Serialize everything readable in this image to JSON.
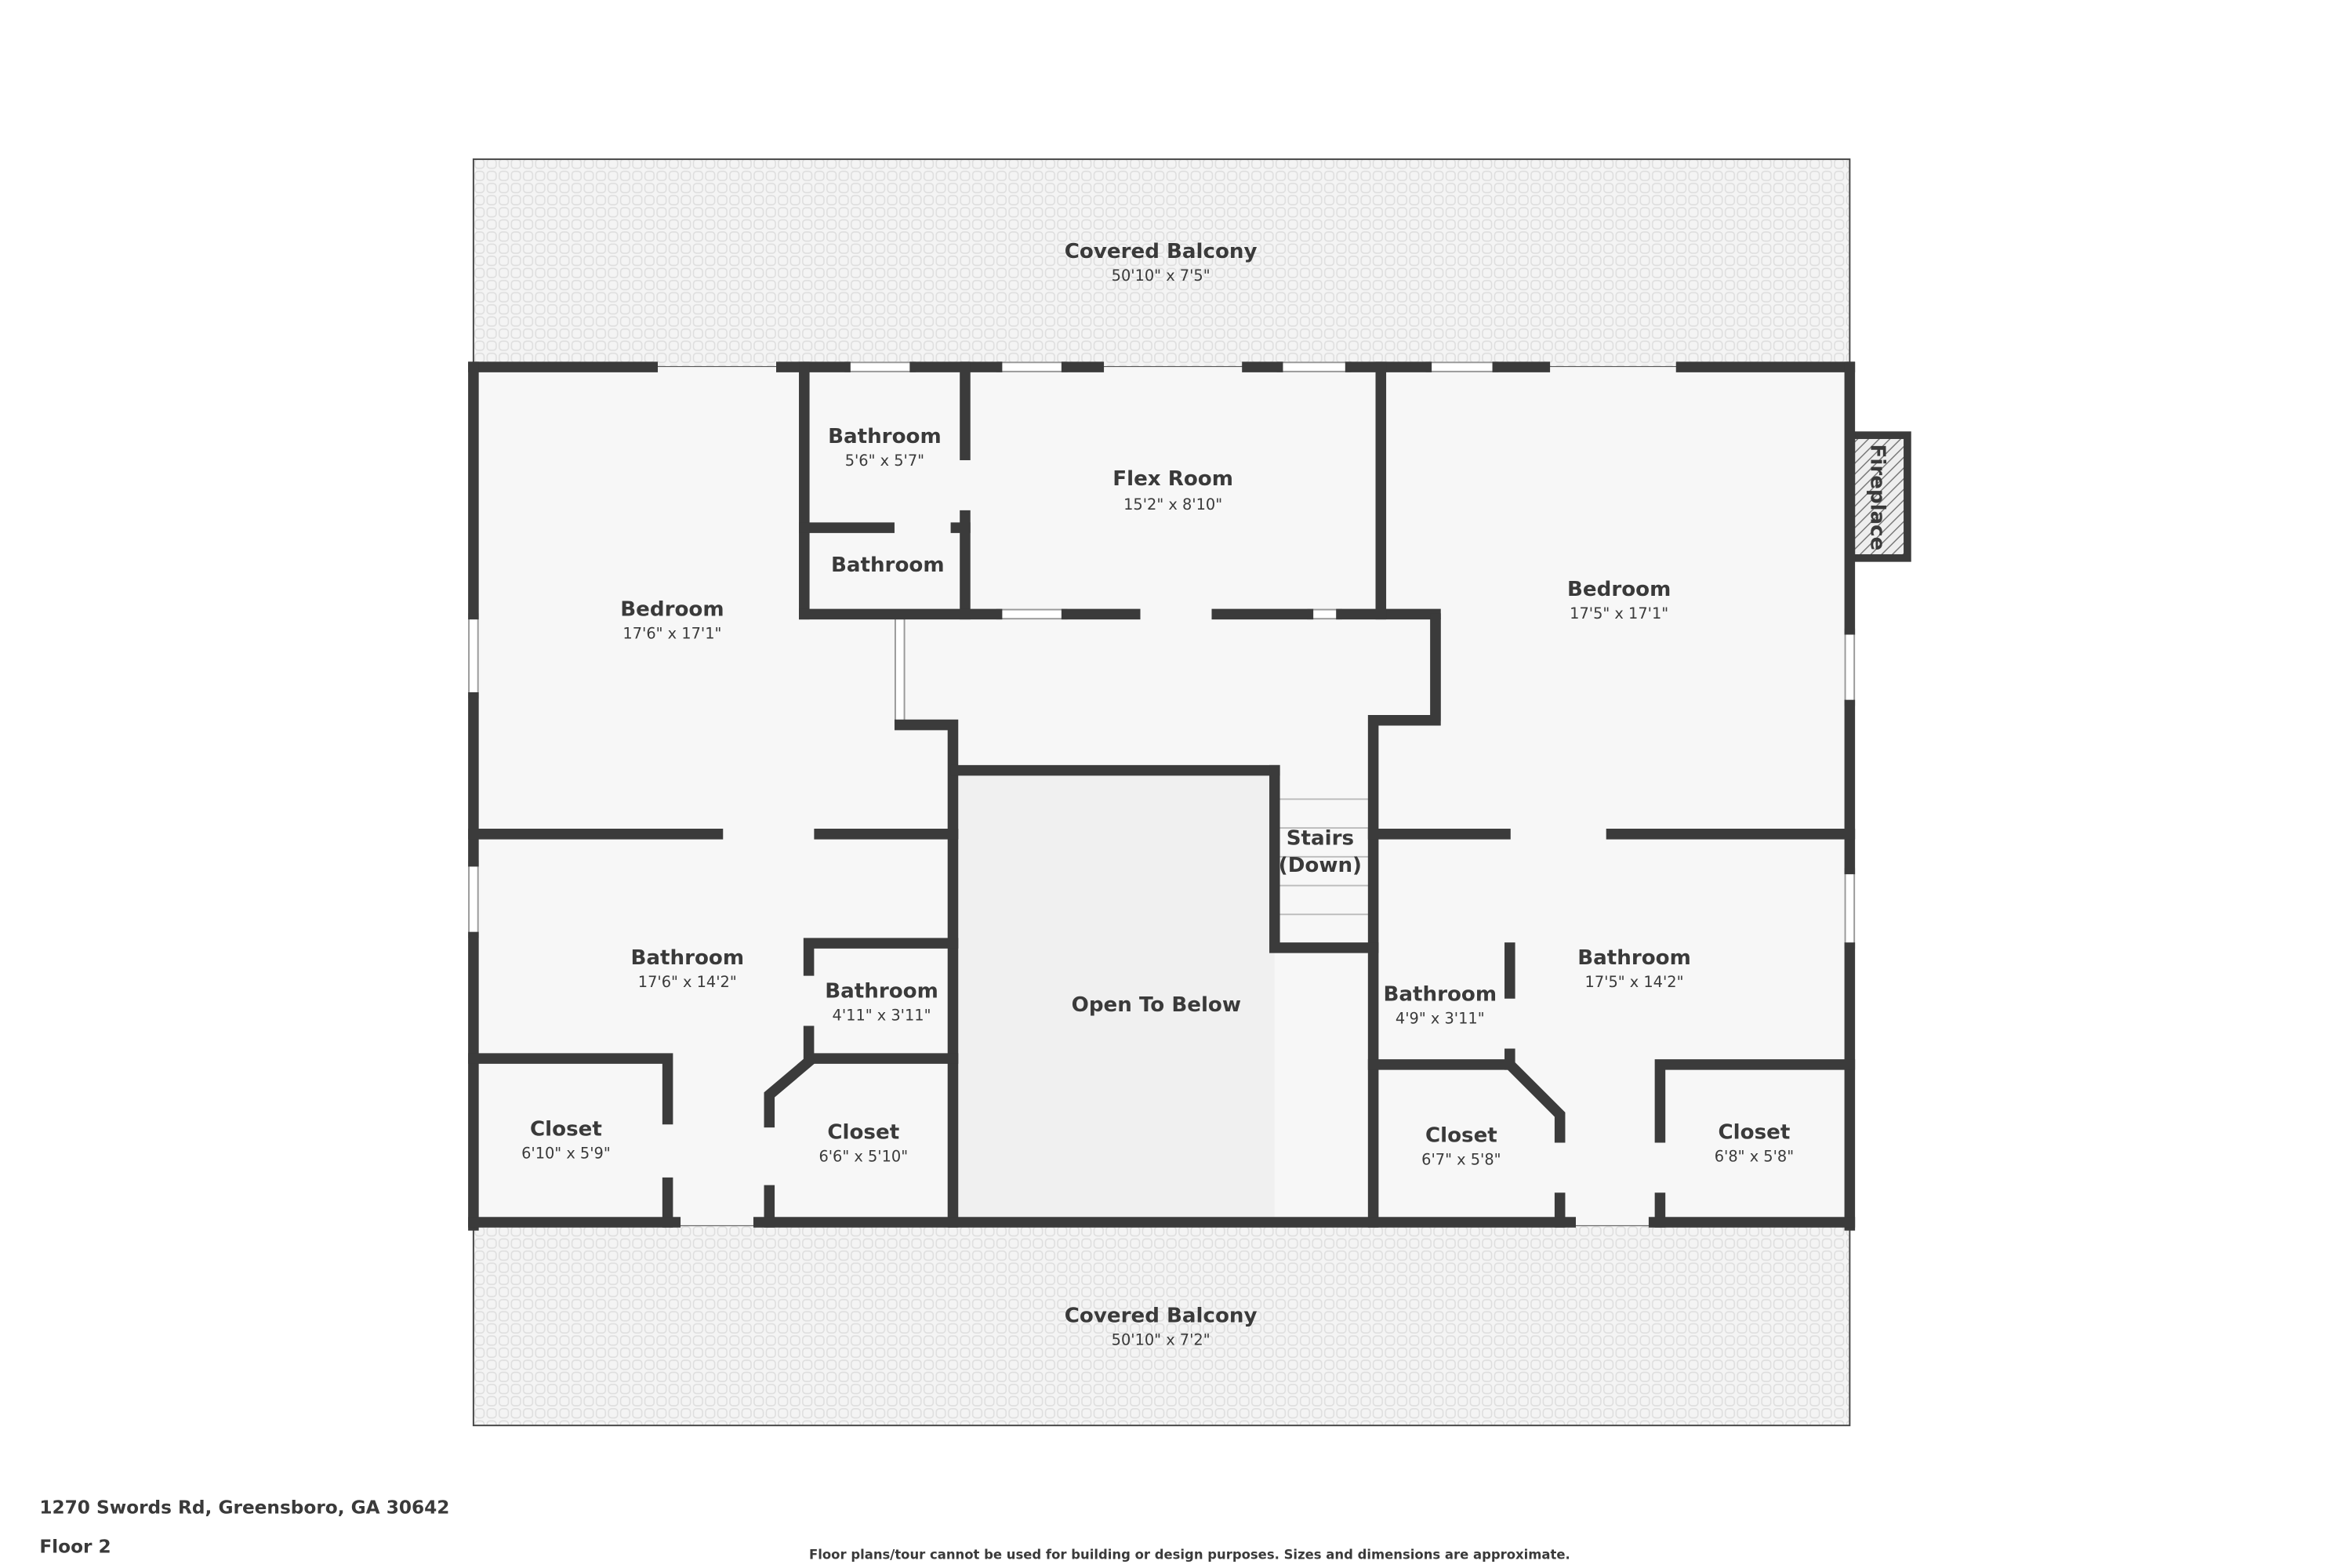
{
  "colors": {
    "wall": "#3b3b3b",
    "floor": "#f7f7f7",
    "open_to_below": "#f0f0f0",
    "balcony": "#f4f4f4",
    "text": "#3a3a3a"
  },
  "rooms": {
    "balcony_top": {
      "name": "Covered Balcony",
      "dims": "50'10\" x 7'5\""
    },
    "balcony_bottom": {
      "name": "Covered Balcony",
      "dims": "50'10\" x 7'2\""
    },
    "bedroom_left": {
      "name": "Bedroom",
      "dims": "17'6\" x 17'1\""
    },
    "bathroom_small_1": {
      "name": "Bathroom",
      "dims": "5'6\" x 5'7\""
    },
    "bathroom_small_2": {
      "name": "Bathroom"
    },
    "flex_room": {
      "name": "Flex Room",
      "dims": "15'2\" x 8'10\""
    },
    "bedroom_right": {
      "name": "Bedroom",
      "dims": "17'5\" x 17'1\""
    },
    "fireplace": {
      "name": "Fireplace"
    },
    "stairs": {
      "line1": "Stairs",
      "line2": "(Down)"
    },
    "open_to_below": {
      "name": "Open To Below"
    },
    "bathroom_left": {
      "name": "Bathroom",
      "dims": "17'6\" x 14'2\""
    },
    "bathroom_left_inner": {
      "name": "Bathroom",
      "dims": "4'11\" x 3'11\""
    },
    "bathroom_right_inner": {
      "name": "Bathroom",
      "dims": "4'9\" x 3'11\""
    },
    "bathroom_right": {
      "name": "Bathroom",
      "dims": "17'5\" x 14'2\""
    },
    "closet_1": {
      "name": "Closet",
      "dims": "6'10\" x 5'9\""
    },
    "closet_2": {
      "name": "Closet",
      "dims": "6'6\" x 5'10\""
    },
    "closet_3": {
      "name": "Closet",
      "dims": "6'7\" x 5'8\""
    },
    "closet_4": {
      "name": "Closet",
      "dims": "6'8\" x 5'8\""
    }
  },
  "footer": {
    "address": "1270 Swords Rd, Greensboro, GA 30642",
    "floor": "Floor 2",
    "disclaimer": "Floor plans/tour cannot be used for building or design purposes. Sizes and dimensions are approximate."
  }
}
